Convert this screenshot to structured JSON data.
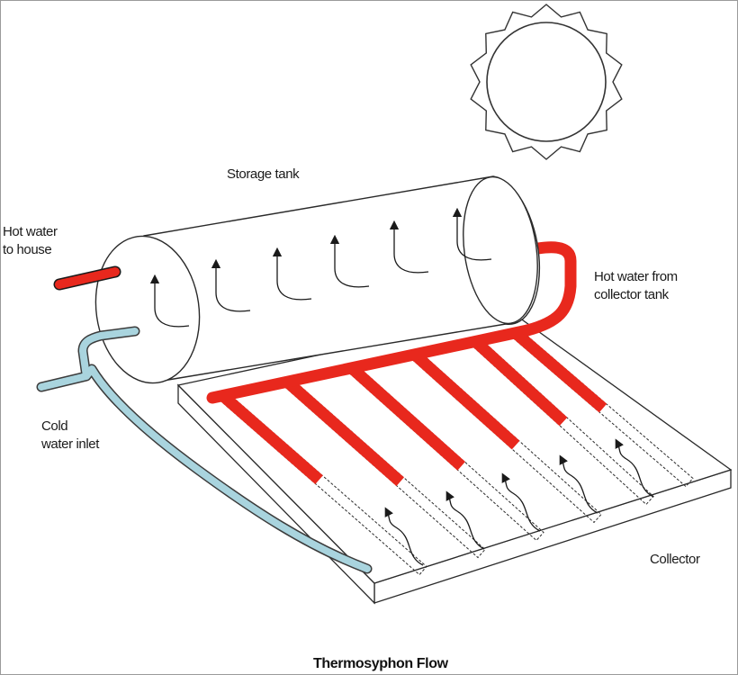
{
  "diagram": {
    "labels": {
      "storage_tank": "Storage tank",
      "hot_water_house_line1": "Hot water",
      "hot_water_house_line2": "to house",
      "hot_water_collector_line1": "Hot water from",
      "hot_water_collector_line2": "collector tank",
      "cold_water_line1": "Cold",
      "cold_water_line2": "water inlet",
      "collector": "Collector"
    },
    "caption": "Thermosyphon Flow",
    "colors": {
      "hot_pipe": "#e8281d",
      "cold_pipe": "#a9d4de",
      "outline": "#2a2a2a",
      "background": "#ffffff"
    },
    "icons": [
      "sun-icon",
      "flow-arrow-icon"
    ]
  }
}
